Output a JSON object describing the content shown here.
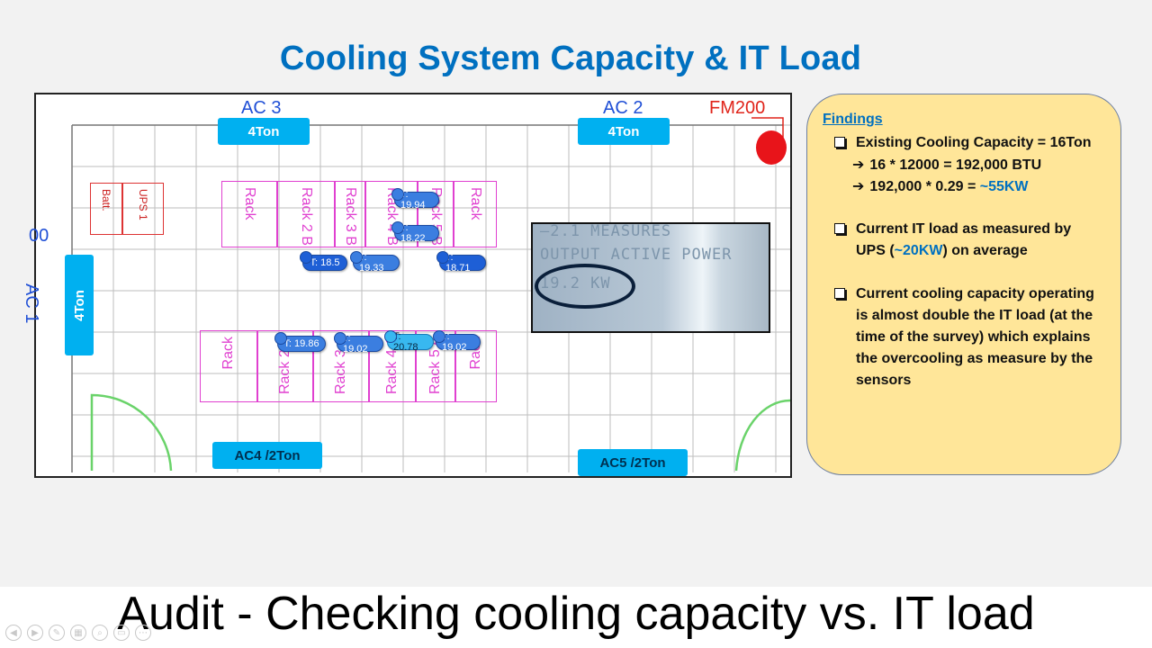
{
  "slide": {
    "title": "Cooling System Capacity & IT Load",
    "subtitle": "Audit - Checking cooling capacity vs. IT load"
  },
  "floor_plan": {
    "ac_units": {
      "ac3_label": "AC 3",
      "ac3_capacity": "4Ton",
      "ac2_label": "AC 2",
      "ac2_capacity": "4Ton",
      "ac1_label": "AC 1",
      "ac1_capacity": "4Ton",
      "ac4_label": "AC4 /2Ton",
      "ac5_label": "AC5 /2Ton"
    },
    "fm200_label": "FM200",
    "edge_text": "00",
    "ups_labels": [
      "Batt.",
      "UPS 1"
    ],
    "top_racks": [
      "Rack",
      "Rack 2 B",
      "Rack 3 B",
      "Rack 4 B",
      "Rack 5 B",
      "Rack"
    ],
    "bottom_racks": [
      "Rack",
      "Rack 2 A",
      "Rack 3 A",
      "Rack 4 A",
      "Rack 5 A",
      "Rack"
    ],
    "sensors_top": [
      "T: 19.94",
      "T: 18.22",
      "T: 18.5",
      "T: 19.33",
      "T: 18.71"
    ],
    "sensors_bottom": [
      "T: 19.86",
      "T: 19.02",
      "T: 20.78",
      "T: 19.02"
    ]
  },
  "ups_photo": {
    "line1": "—2.1 MEASURES",
    "line2": "OUTPUT ACTIVE POWER",
    "reading": "19.2 KW"
  },
  "findings": {
    "heading": "Findings",
    "item1": "Existing Cooling Capacity = 16Ton",
    "item1_sub1": "16 * 12000 = 192,000 BTU",
    "item1_sub2_prefix": "192,000 * 0.29 = ",
    "item1_sub2_value": "~55KW",
    "item2_prefix": "Current IT load as measured by UPS (",
    "item2_value": "~20KW",
    "item2_suffix": ") on average",
    "item3": "Current cooling capacity operating is almost double the IT load (at the time of the survey) which explains the overcooling as measure by the sensors"
  },
  "colors": {
    "title_blue": "#0070c0",
    "ac_box": "#00b0f0",
    "rack_magenta": "#e040d0",
    "card_fill": "#ffe699"
  },
  "icons": [
    "arrow-right-icon",
    "checkbox-bullet-icon",
    "slideshow-toolbar-icons"
  ]
}
